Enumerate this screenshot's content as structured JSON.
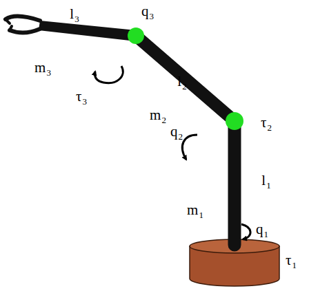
{
  "diagram": {
    "labels": [
      "l3",
      "q3",
      "m3",
      "τ3",
      "l2",
      "m2",
      "τ2",
      "q2",
      "l1",
      "m1",
      "q1",
      "τ1"
    ]
  }
}
